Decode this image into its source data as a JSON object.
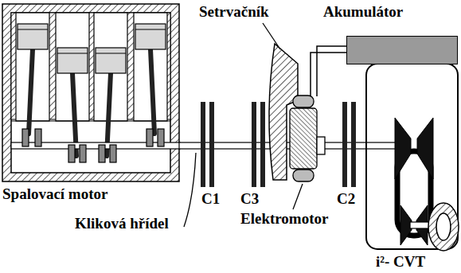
{
  "diagram": {
    "nodes": [
      {
        "text": [
          "Spalovací motor"
        ]
      },
      {
        "text": [
          "Akumulátor"
        ]
      },
      {
        "text": [
          "i²- CVT"
        ]
      }
    ],
    "labels": [
      "Setrvačník",
      "C1",
      "C3",
      "C2",
      "Kliková hřídel",
      "Elektromotor"
    ]
  }
}
